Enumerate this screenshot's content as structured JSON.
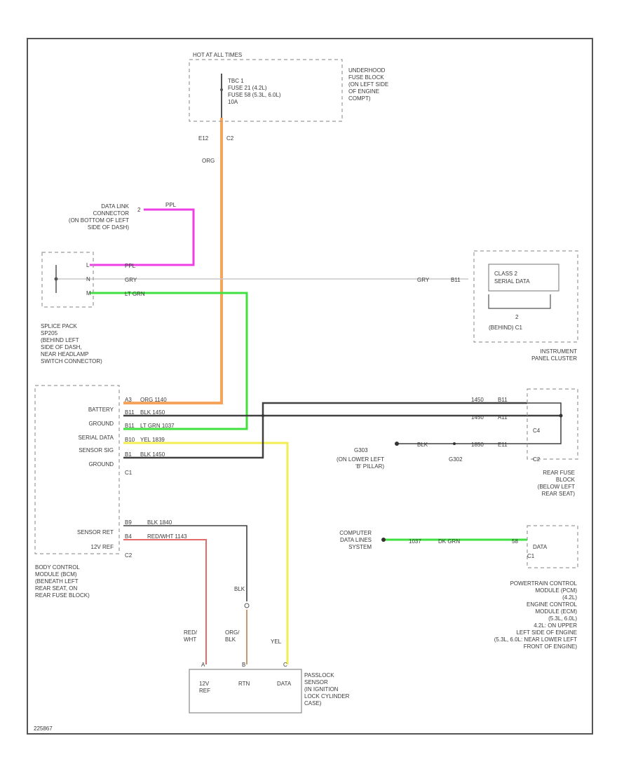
{
  "colors": {
    "orange": "#f6a35c",
    "pink": "#ee3fe6",
    "gray": "#c8c8c8",
    "green": "#3fe03f",
    "black": "#404040",
    "yellow": "#f2ee52",
    "red": "#e46a6a",
    "brown": "#c89868"
  },
  "fuse": {
    "hot": "HOT AT ALL TIMES",
    "l1": "TBC 1",
    "l2": "FUSE 21 (4.2L)",
    "l3": "FUSE 58 (5.3L, 6.0L)",
    "l4": "10A",
    "pin1": "E12",
    "pin2": "C2",
    "loc": [
      "UNDERHOOD",
      "FUSE BLOCK",
      "(ON LEFT SIDE",
      "OF ENGINE",
      "COMPT)"
    ]
  },
  "dlc": {
    "pin": "2",
    "wire": "PPL",
    "lbl": [
      "DATA LINK",
      "CONNECTOR",
      "(ON BOTTOM OF LEFT",
      "SIDE OF DASH)"
    ]
  },
  "splice": {
    "p1": "L",
    "p2": "N",
    "p3": "M",
    "w1": "PPL",
    "w2": "GRY",
    "w3": "LT GRN",
    "lbl": [
      "SPLICE PACK",
      "SP205",
      "(BEHIND LEFT",
      "SIDE OF DASH,",
      "NEAR HEADLAMP",
      "SWITCH CONNECTOR)"
    ]
  },
  "orange_label": "ORG",
  "ipc": {
    "wire": "GRY",
    "pin": "B11",
    "lbl1": "CLASS 2",
    "lbl2": "SERIAL DATA",
    "pin2": "2",
    "conn": "(BEHIND) C1",
    "name": [
      "INSTRUMENT",
      "PANEL CLUSTER"
    ]
  },
  "bcm": {
    "labels": [
      "BATTERY",
      "GROUND",
      "SERIAL DATA",
      "SENSOR SIG",
      "GROUND"
    ],
    "pins": [
      "A3",
      "B11",
      "B11",
      "B10",
      "B1"
    ],
    "wires": [
      "ORG  1140",
      "BLK  1450",
      "LT GRN  1037",
      "YEL  1839",
      "BLK  1450"
    ],
    "c1": "C1",
    "labels2": [
      "SENSOR RET",
      "12V REF"
    ],
    "pins2": [
      "B9",
      "B4"
    ],
    "wires2": [
      "BLK  1840",
      "RED/WHT  1143"
    ],
    "c2": "C2",
    "name": [
      "BODY CONTROL",
      "MODULE (BCM)",
      "(BENEATH LEFT",
      "REAR SEAT, ON",
      "REAR FUSE BLOCK)"
    ]
  },
  "rfb": {
    "w1": "1450",
    "p1": "B11",
    "w2": "1450",
    "p2": "A11",
    "c4": "C4",
    "g": "G303",
    "g2": "G302",
    "wblk": "BLK",
    "w3": "1850",
    "p3": "E11",
    "c2": "C2",
    "gloc": [
      "(ON LOWER LEFT",
      "'B' PILLAR)"
    ],
    "name": [
      "REAR FUSE",
      "BLOCK",
      "(BELOW LEFT",
      "REAR SEAT)"
    ]
  },
  "pcm": {
    "sys": [
      "COMPUTER",
      "DATA LINES",
      "SYSTEM"
    ],
    "w1": "1037",
    "w2": "DK GRN",
    "pin": "58",
    "data": "DATA",
    "c1": "C1",
    "name": [
      "POWERTRAIN CONTROL",
      "MODULE (PCM)",
      "(4.2L)",
      "ENGINE CONTROL",
      "MODULE (ECM)",
      "(5.3L, 6.0L)",
      "4.2L: ON UPPER",
      "LEFT SIDE OF ENGINE",
      "(5.3L, 6.0L: NEAR LOWER LEFT",
      "FRONT OF ENGINE)"
    ]
  },
  "bottom": {
    "blk": "BLK",
    "red": [
      "RED/",
      "WHT"
    ],
    "org": [
      "ORG/",
      "BLK"
    ],
    "yel": "YEL",
    "pins": [
      "A",
      "B",
      "C"
    ],
    "cols": [
      [
        "12V",
        "REF"
      ],
      [
        "RTN"
      ],
      [
        "DATA"
      ]
    ],
    "name": [
      "PASSLOCK",
      "SENSOR",
      "(IN IGNITION",
      "LOCK CYLINDER",
      "CASE)"
    ]
  },
  "footer": "225867"
}
